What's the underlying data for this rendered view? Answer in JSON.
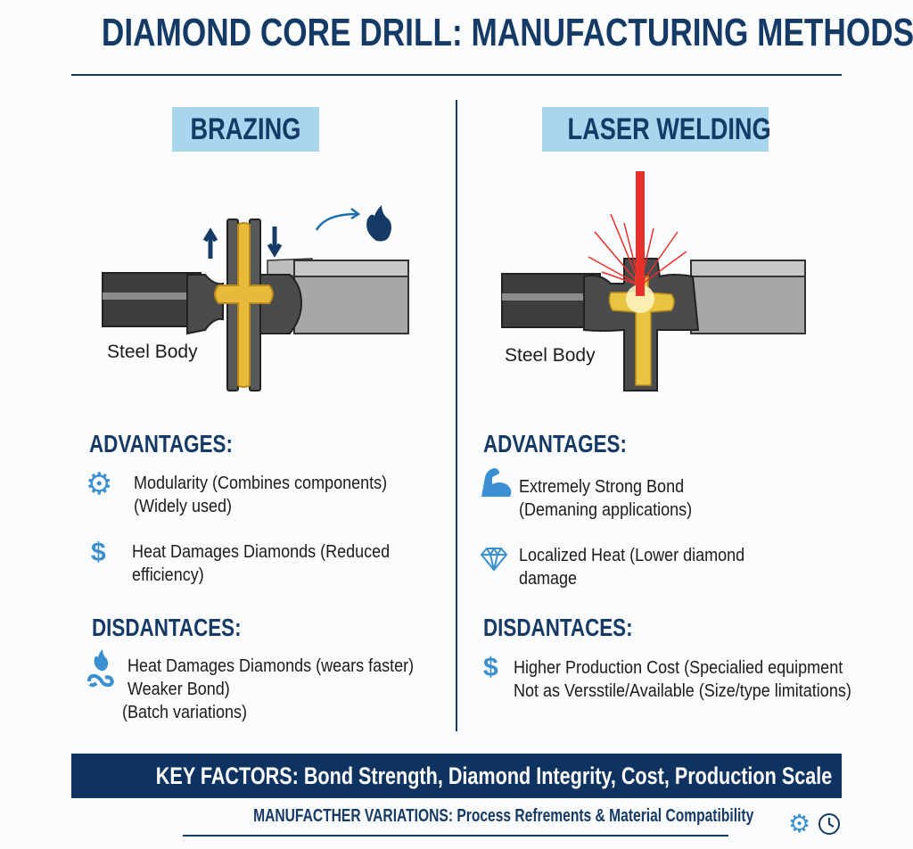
{
  "title": "DIAMOND CORE DRILL: MANUFACTURING METHODS",
  "brazing": {
    "heading": "BRAZING",
    "diagram_label": "Steel Body",
    "advantages_heading": "ADVANTAGES:",
    "advantages": [
      {
        "icon": "gear-icon",
        "lines": [
          "Modularity (Combines components)",
          "(Widely used)"
        ]
      },
      {
        "icon": "dollar-icon",
        "lines": [
          "Heat Damages Diamonds  (Reduced",
          "efficiency)"
        ]
      }
    ],
    "disadvantages_heading": "DISDANTACES:",
    "disadvantages": [
      {
        "icon": "flame-chain-icon",
        "lines": [
          "Heat Damages Diamonds (wears faster)",
          "Weaker Bond)",
          "(Batch variations)"
        ]
      }
    ]
  },
  "laser": {
    "heading": "LASER WELDING",
    "diagram_label": "Steel Body",
    "advantages_heading": "ADVANTAGES:",
    "advantages": [
      {
        "icon": "flexed-arm-icon",
        "lines": [
          "Extremely Strong Bond",
          "(Demaning applications)"
        ]
      },
      {
        "icon": "diamond-icon",
        "lines": [
          "Localized Heat  (Lower diamond",
          "damage"
        ]
      }
    ],
    "disadvantages_heading": "DISDANTACES:",
    "disadvantages": [
      {
        "icon": "dollar-icon",
        "lines": [
          "Higher Production Cost (Specialied equipment",
          "Not as Versstile/Available (Size/type limitations)"
        ]
      }
    ]
  },
  "key_factors": "KEY FACTORS: Bond Strength, Diamond Integrity, Cost, Production Scale",
  "footer": "MANUFACTHER VARIATIONS: Process Refrements & Material Compatibility",
  "colors": {
    "navy": "#163a66",
    "accent": "#3a8fd0",
    "badge": "#a9d5ef",
    "gold": "#e8b93a",
    "laser": "#e8302a"
  }
}
